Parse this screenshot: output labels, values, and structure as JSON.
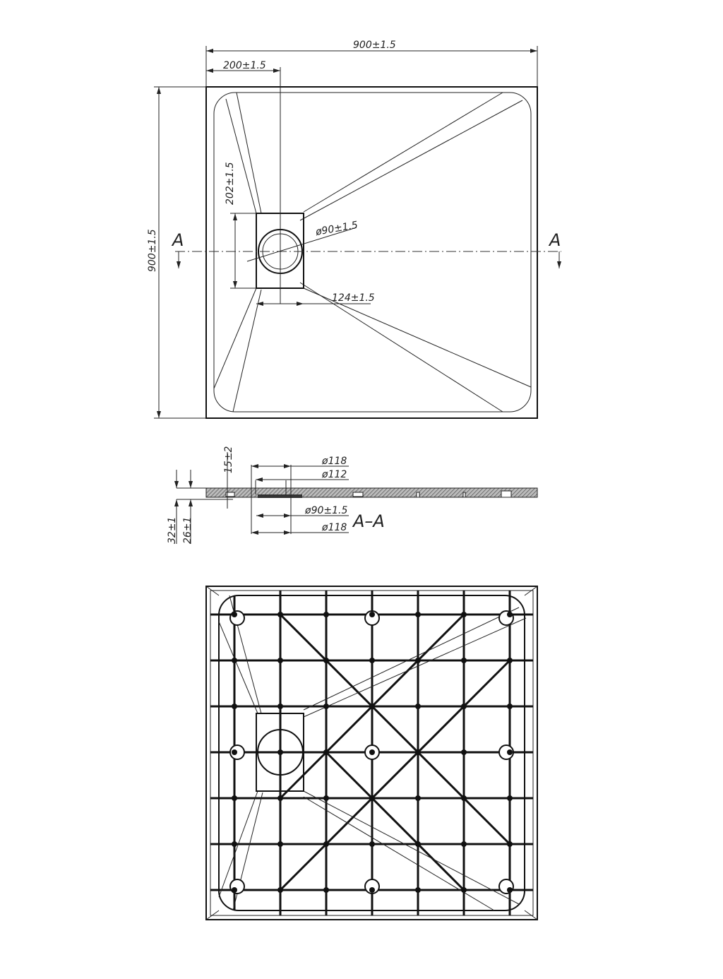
{
  "top_view": {
    "width_dim": "900±1.5",
    "offset_dim": "200±1.5",
    "height_dim": "900±1.5",
    "drain_height_dim": "202±1.5",
    "drain_width_dim": "124±1.5",
    "drain_diameter_dim": "ø90±1.5",
    "section_mark_left": "A",
    "section_mark_right": "A"
  },
  "section_view": {
    "title": "A–A",
    "dims": {
      "rim_height": "15±2",
      "total_height": "32±1",
      "body_height": "26±1",
      "d_top_outer": "ø118",
      "d_top_inner": "ø112",
      "d_outlet": "ø90±1.5",
      "d_bottom_outer": "ø118"
    }
  },
  "colors": {
    "line": "#222222",
    "hatch": "#777777"
  }
}
